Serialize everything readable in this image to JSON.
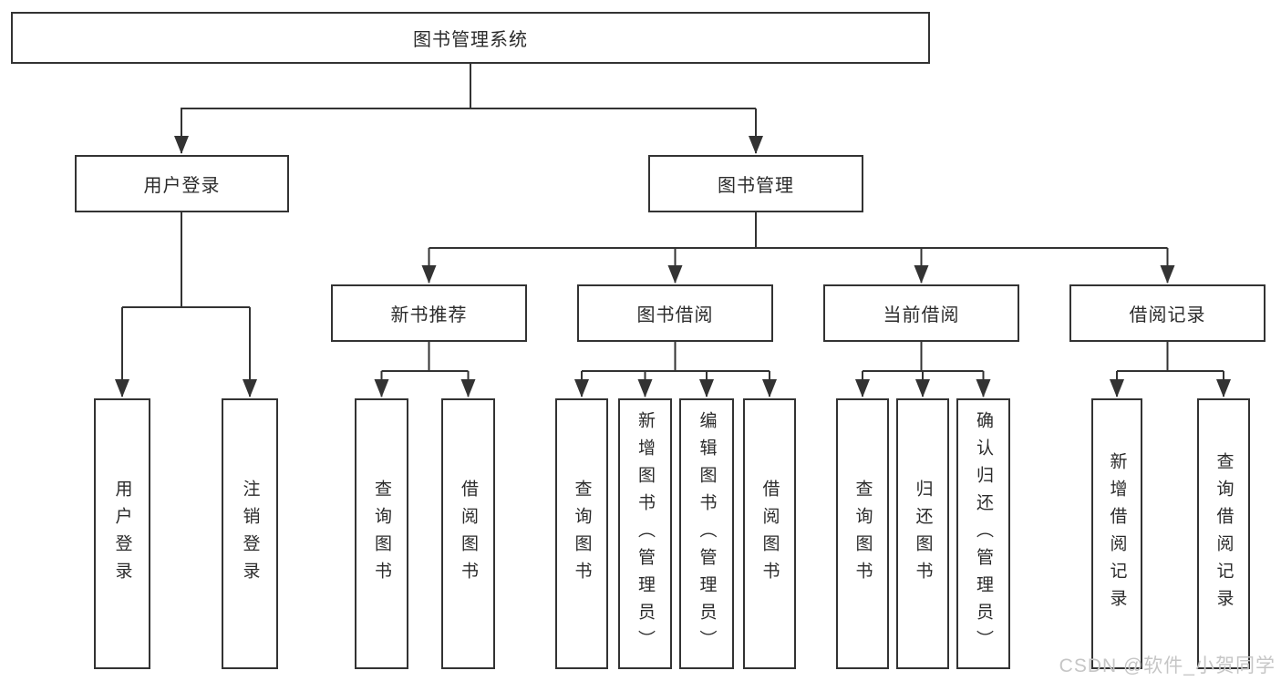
{
  "tree": {
    "root": "图书管理系统",
    "branches": [
      {
        "label": "用户登录",
        "children": [
          "用户登录",
          "注销登录"
        ]
      },
      {
        "label": "图书管理",
        "sections": [
          {
            "label": "新书推荐",
            "children": [
              "查询图书",
              "借阅图书"
            ]
          },
          {
            "label": "图书借阅",
            "children": [
              "查询图书",
              "新增图书（管理员）",
              "编辑图书（管理员）",
              "借阅图书"
            ]
          },
          {
            "label": "当前借阅",
            "children": [
              "查询图书",
              "归还图书",
              "确认归还（管理员）"
            ]
          },
          {
            "label": "借阅记录",
            "children": [
              "新增借阅记录",
              "查询借阅记录"
            ]
          }
        ]
      }
    ]
  },
  "watermark": {
    "text": "CSDN @软件_小贺同学"
  },
  "colors": {
    "line": "#333333",
    "border": "#333333",
    "text": "#2b2b2b",
    "watermark": "#c6c6c6",
    "background": "#ffffff"
  }
}
